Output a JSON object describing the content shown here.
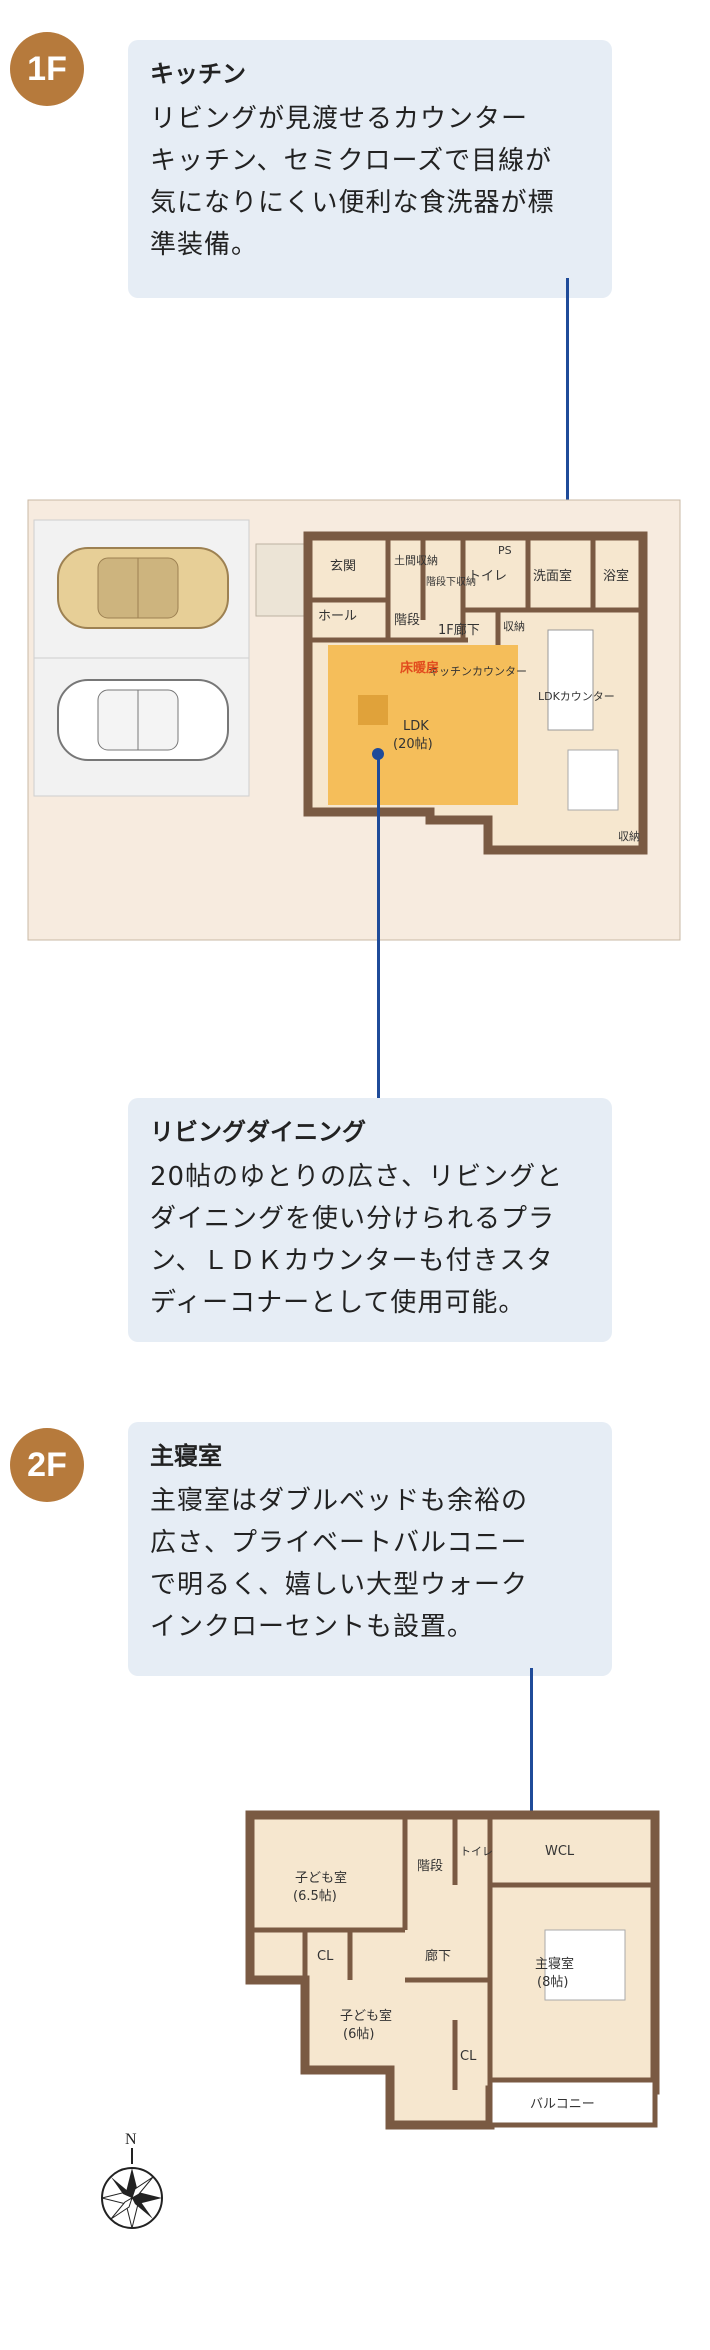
{
  "floor1": {
    "badge": "1F",
    "kitchen": {
      "title": "キッチン",
      "lines": [
        "リビングが見渡せるカウンター",
        "キッチン、セミクローズで目線が",
        "気になりにくい便利な食洗器が標",
        "準装備。"
      ]
    },
    "living": {
      "title": "リビングダイニング",
      "lines": [
        "20帖のゆとりの広さ、リビングと",
        "ダイニングを使い分けられるプラ",
        "ン、ＬＤＫカウンターも付きスタ",
        "ディーコナーとして使用可能。"
      ]
    },
    "plan_labels": {
      "genkan": "玄関",
      "hall": "ホール",
      "doma": "土間収納",
      "kaidan_shita": "階段下収納",
      "kaidan": "階段",
      "toilet": "トイレ",
      "ps": "PS",
      "senmen": "洗面室",
      "yokushitsu": "浴室",
      "rouka": "1F廊下",
      "shuno": "収納",
      "kitchen_counter": "キッチンカウンター",
      "yuka_danbou": "床暖房",
      "ldk": "LDK",
      "ldk_size": "(20帖)",
      "ldk_counter": "LDKカウンター",
      "shuno2": "収納"
    }
  },
  "floor2": {
    "badge": "2F",
    "master": {
      "title": "主寝室",
      "lines": [
        "主寝室はダブルベッドも余裕の",
        "広さ、プライベートバルコニー",
        "で明るく、嬉しい大型ウォーク",
        "インクローセントも設置。"
      ]
    },
    "plan_labels": {
      "kodomo1": "子ども室",
      "kodomo1_size": "(6.5帖)",
      "kaidan": "階段",
      "toilet": "トイレ",
      "wcl": "WCL",
      "cl1": "CL",
      "rouka": "廊下",
      "shushin": "主寝室",
      "shushin_size": "(8帖)",
      "kodomo2": "子ども室",
      "kodomo2_size": "(6帖)",
      "cl2": "CL",
      "balcony": "バルコニー"
    },
    "compass": "N"
  },
  "colors": {
    "badge": "#b67a3c",
    "card_bg": "#e6edf5",
    "leader": "#1f4b99",
    "wall": "#7a5a43",
    "floor_wood": "#f6e7cf",
    "heated_area": "#f5b94d",
    "heated_label": "#e24c1e"
  }
}
